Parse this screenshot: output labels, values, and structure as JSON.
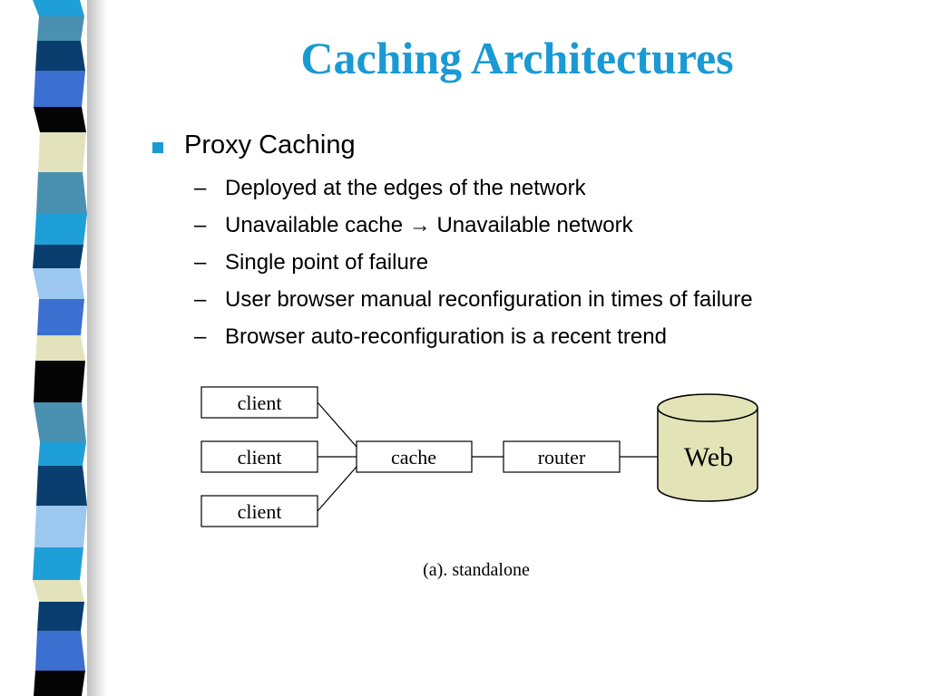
{
  "slide": {
    "title": "Caching Architectures",
    "bullet": "Proxy Caching",
    "subbullets": [
      "Deployed at the edges of the network",
      "Unavailable cache → Unavailable network",
      "Single point of failure",
      "User browser manual reconfiguration in times of failure",
      "Browser auto-reconfiguration is a recent trend"
    ],
    "dash": "–"
  },
  "diagram": {
    "clients": [
      "client",
      "client",
      "client"
    ],
    "cache": "cache",
    "router": "router",
    "web": "Web",
    "caption": "(a). standalone"
  },
  "colors": {
    "title": "#1a9ad3",
    "bullet": "#1a9ad3",
    "web_fill": "#e3e3b8"
  }
}
